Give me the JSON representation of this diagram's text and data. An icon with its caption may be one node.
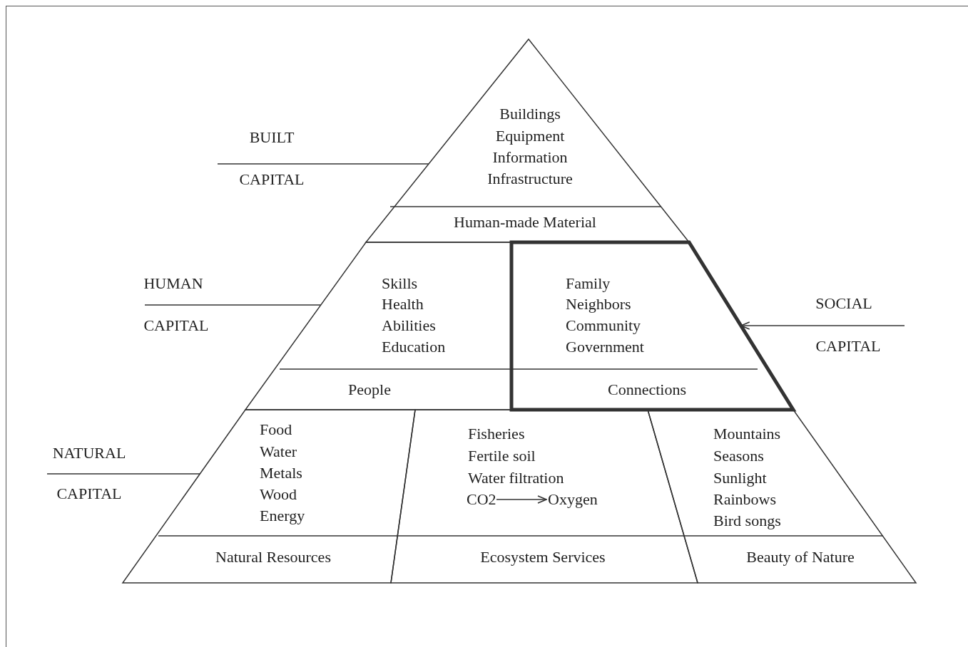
{
  "diagram": {
    "nodes": [
      {
        "text": [
          "BUILT",
          "CAPITAL"
        ]
      },
      {
        "text": [
          "Buildings",
          "Equipment",
          "Information",
          "Infrastructure",
          "Human-made Material"
        ]
      },
      {
        "text": [
          "HUMAN",
          "CAPITAL"
        ]
      },
      {
        "text": [
          "Skills",
          "Health",
          "Abilities",
          "Education",
          "People"
        ]
      },
      {
        "text": [
          "Family",
          "Neighbors",
          "Community",
          "Government",
          "Connections"
        ]
      },
      {
        "text": [
          "SOCIAL",
          "CAPITAL"
        ]
      },
      {
        "text": [
          "NATURAL",
          "CAPITAL"
        ]
      },
      {
        "text": [
          "Food",
          "Water",
          "Metals",
          "Wood",
          "Energy",
          "Natural Resources"
        ]
      },
      {
        "text": [
          "Fisheries",
          "Fertile soil",
          "Water filtration",
          "Ecosystem Services"
        ]
      },
      {
        "text": [
          "CO2"
        ],
        "in": 8
      },
      {
        "text": [
          "Oxygen"
        ],
        "in": 8
      },
      {
        "text": [
          "Mountains",
          "Seasons",
          "Sunlight",
          "Rainbows",
          "Bird songs",
          "Beauty of Nature"
        ]
      }
    ],
    "edges": [
      {
        "from": 0,
        "to": 1,
        "arrow": "none"
      },
      {
        "from": 2,
        "to": 3,
        "arrow": "none"
      },
      {
        "from": 5,
        "to": 4,
        "arrow": "to"
      },
      {
        "from": 6,
        "to": 7,
        "arrow": "none"
      },
      {
        "from": 9,
        "to": 10,
        "arrow": "to"
      }
    ]
  }
}
